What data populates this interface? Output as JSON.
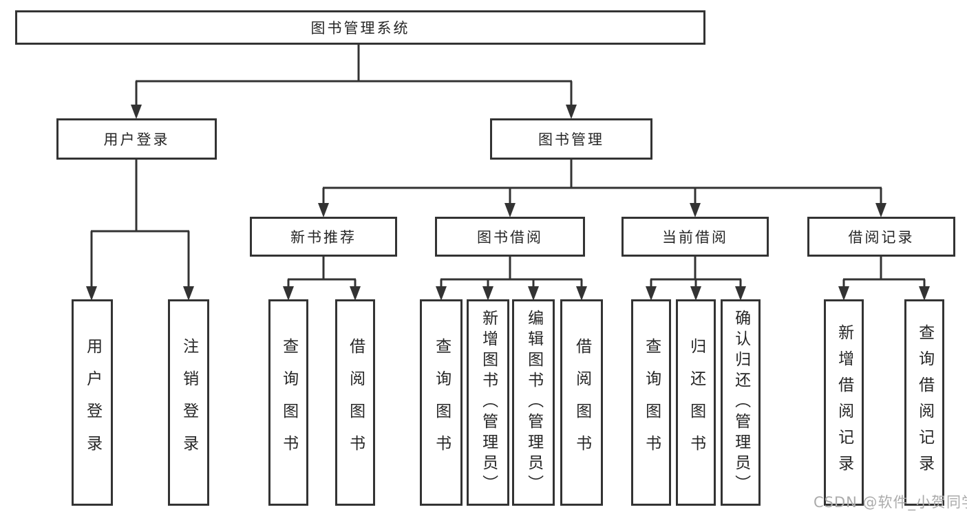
{
  "tree": {
    "label": "图书管理系统",
    "children": [
      {
        "label": "用户登录",
        "children": [
          {
            "label": "用户登录"
          },
          {
            "label": "注销登录"
          }
        ]
      },
      {
        "label": "图书管理",
        "children": [
          {
            "label": "新书推荐",
            "children": [
              {
                "label": "查询图书"
              },
              {
                "label": "借阅图书"
              }
            ]
          },
          {
            "label": "图书借阅",
            "children": [
              {
                "label": "查询图书"
              },
              {
                "label": "新增图书（管理员）"
              },
              {
                "label": "编辑图书（管理员）"
              },
              {
                "label": "借阅图书"
              }
            ]
          },
          {
            "label": "当前借阅",
            "children": [
              {
                "label": "查询图书"
              },
              {
                "label": "归还图书"
              },
              {
                "label": "确认归还（管理员）"
              }
            ]
          },
          {
            "label": "借阅记录",
            "children": [
              {
                "label": "新增借阅记录"
              },
              {
                "label": "查询借阅记录"
              }
            ]
          }
        ]
      }
    ]
  },
  "watermark": {
    "text": "CSDN @软件_小贺同学"
  },
  "colors": {
    "line": "#333333",
    "text": "#262626",
    "background": "#ffffff",
    "watermark": "#ababab"
  }
}
